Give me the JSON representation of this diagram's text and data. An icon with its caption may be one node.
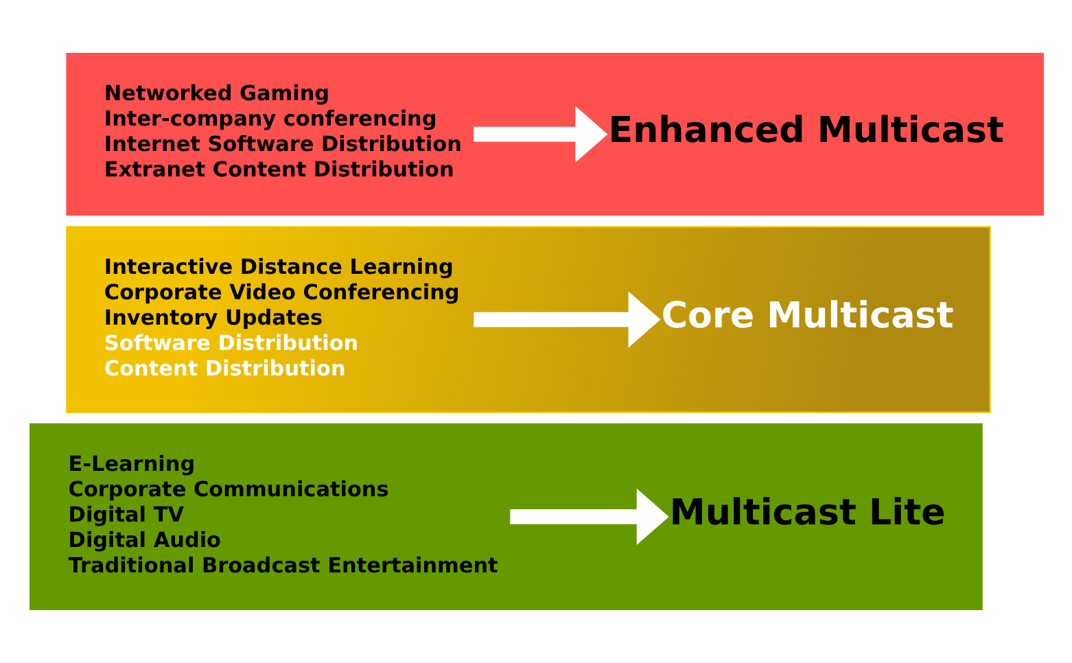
{
  "diagram": {
    "nodes": [
      {
        "text": [],
        "shape": "box"
      },
      {
        "text": [
          "Networked Gaming",
          "Inter-company conferencing",
          "Internet Software Distribution",
          "Extranet Content Distribution"
        ],
        "in": 0
      },
      {
        "text": [
          "Enhanced Multicast"
        ],
        "in": 0
      },
      {
        "text": [],
        "shape": "box"
      },
      {
        "text": [
          "Interactive Distance Learning",
          "Corporate Video Conferencing",
          "Inventory Updates",
          "Software Distribution",
          "Content Distribution"
        ],
        "in": 3
      },
      {
        "text": [
          "Core Multicast"
        ],
        "in": 3
      },
      {
        "text": [],
        "shape": "box"
      },
      {
        "text": [
          "E-Learning",
          "Corporate Communications",
          "Digital TV",
          "Digital Audio",
          "Traditional Broadcast Entertainment"
        ],
        "in": 6
      },
      {
        "text": [
          "Multicast Lite"
        ],
        "in": 6
      }
    ],
    "edges": [
      {
        "from": 1,
        "to": 2,
        "arrow": "to"
      },
      {
        "from": 4,
        "to": 5,
        "arrow": "to"
      },
      {
        "from": 7,
        "to": 8,
        "arrow": "to"
      }
    ]
  }
}
